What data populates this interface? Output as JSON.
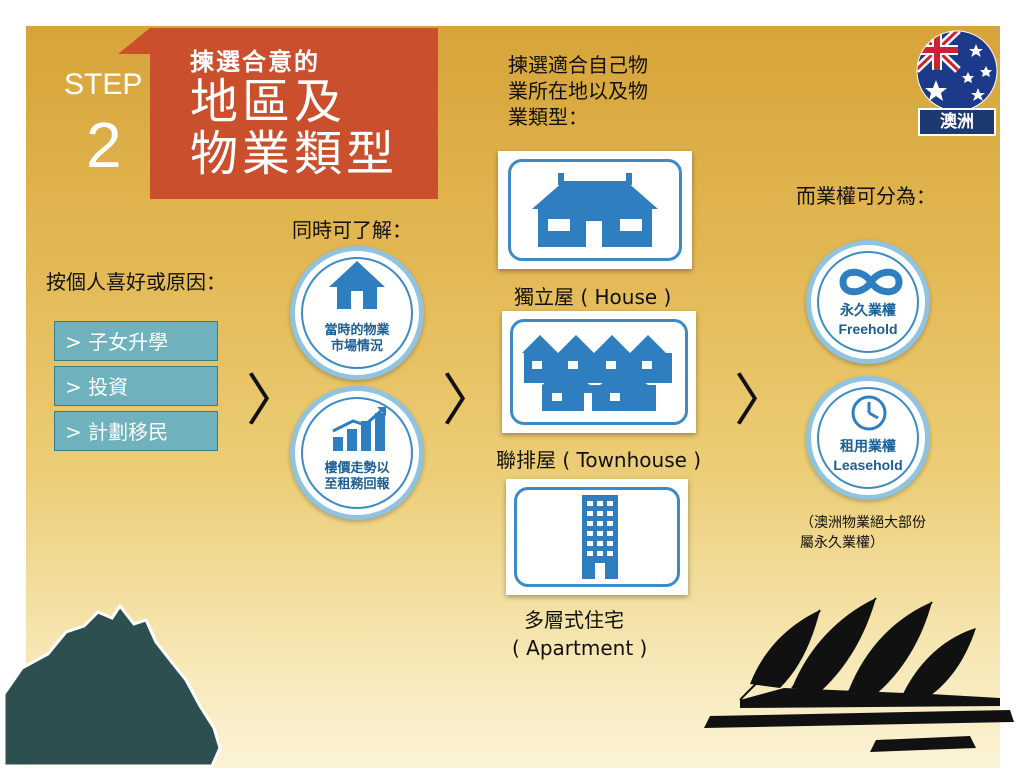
{
  "step": {
    "label": "STEP",
    "number": "2"
  },
  "title": {
    "line1": "揀選合意的",
    "line2": "地區及",
    "line3": "物業類型"
  },
  "reasons": {
    "heading": "按個人喜好或原因：",
    "items": [
      "> 子女升學",
      "> 投資",
      "> 計劃移民"
    ]
  },
  "learn": {
    "heading": "同時可了解：",
    "market": "當時的物業\n市場情況",
    "trend": "樓價走勢以\n至租務回報"
  },
  "property": {
    "heading": "揀選適合自己物\n業所在地以及物\n業類型：",
    "house": "獨立屋 ( House )",
    "townhouse": "聯排屋 ( Townhouse )",
    "apartment_line1": "多層式住宅",
    "apartment_line2": "( Apartment )"
  },
  "tenure": {
    "heading": "而業權可分為：",
    "freehold_zh": "永久業權",
    "freehold_en": "Freehold",
    "leasehold_zh": "租用業權",
    "leasehold_en": "Leasehold",
    "note": "（澳洲物業絕大部份\n屬永久業權）"
  },
  "badge": {
    "country": "澳洲"
  },
  "arrow": "〉",
  "colors": {
    "accent": "#c94f2d",
    "teal": "#6fb1bc",
    "blue": "#3d8bc4"
  }
}
